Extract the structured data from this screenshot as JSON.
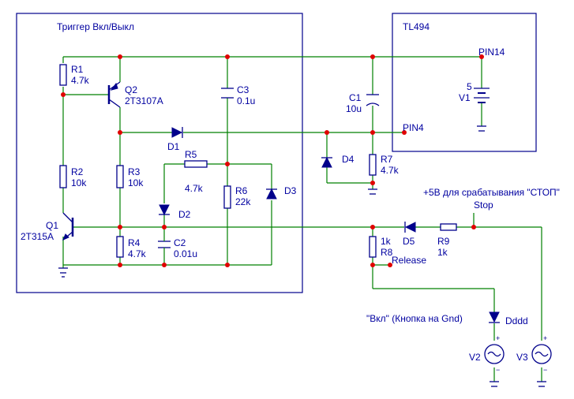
{
  "blocks": {
    "trigger_title": "Триггер Вкл/Выкл",
    "tl494_title": "TL494"
  },
  "pins": {
    "pin14": "PIN14",
    "pin4": "PIN4"
  },
  "components": {
    "r1": {
      "name": "R1",
      "value": "4.7k"
    },
    "q2": {
      "name": "Q2",
      "value": "2T3107A"
    },
    "c3": {
      "name": "C3",
      "value": "0.1u"
    },
    "c1": {
      "name": "C1",
      "value": "10u"
    },
    "v1": {
      "name": "V1",
      "value": "5"
    },
    "d1": {
      "name": "D1"
    },
    "d4": {
      "name": "D4"
    },
    "r7": {
      "name": "R7",
      "value": "4.7k"
    },
    "r2": {
      "name": "R2",
      "value": "10k"
    },
    "r3": {
      "name": "R3",
      "value": "10k"
    },
    "r5": {
      "name": "R5",
      "value": "4.7k"
    },
    "r6": {
      "name": "R6",
      "value": "22k"
    },
    "d3": {
      "name": "D3"
    },
    "d2": {
      "name": "D2"
    },
    "q1": {
      "name": "Q1",
      "value": "2T315A"
    },
    "r4": {
      "name": "R4",
      "value": "4.7k"
    },
    "c2": {
      "name": "C2",
      "value": "0.01u"
    },
    "r8": {
      "name": "R8",
      "value": "1k"
    },
    "d5": {
      "name": "D5"
    },
    "r9": {
      "name": "R9",
      "value": "1k"
    },
    "dddd": {
      "name": "Dddd"
    },
    "v2": {
      "name": "V2"
    },
    "v3": {
      "name": "V3"
    }
  },
  "annotations": {
    "stop_note": "+5В для срабатывания \"СТОП\"",
    "stop_label": "Stop",
    "release_label": "Release",
    "button_note": "\"Вкл\" (Кнопка на Gnd)"
  },
  "colors": {
    "wire": "#008000",
    "component": "#00008b",
    "label": "#0000a0",
    "junction": "#e00000",
    "background": "#ffffff"
  }
}
